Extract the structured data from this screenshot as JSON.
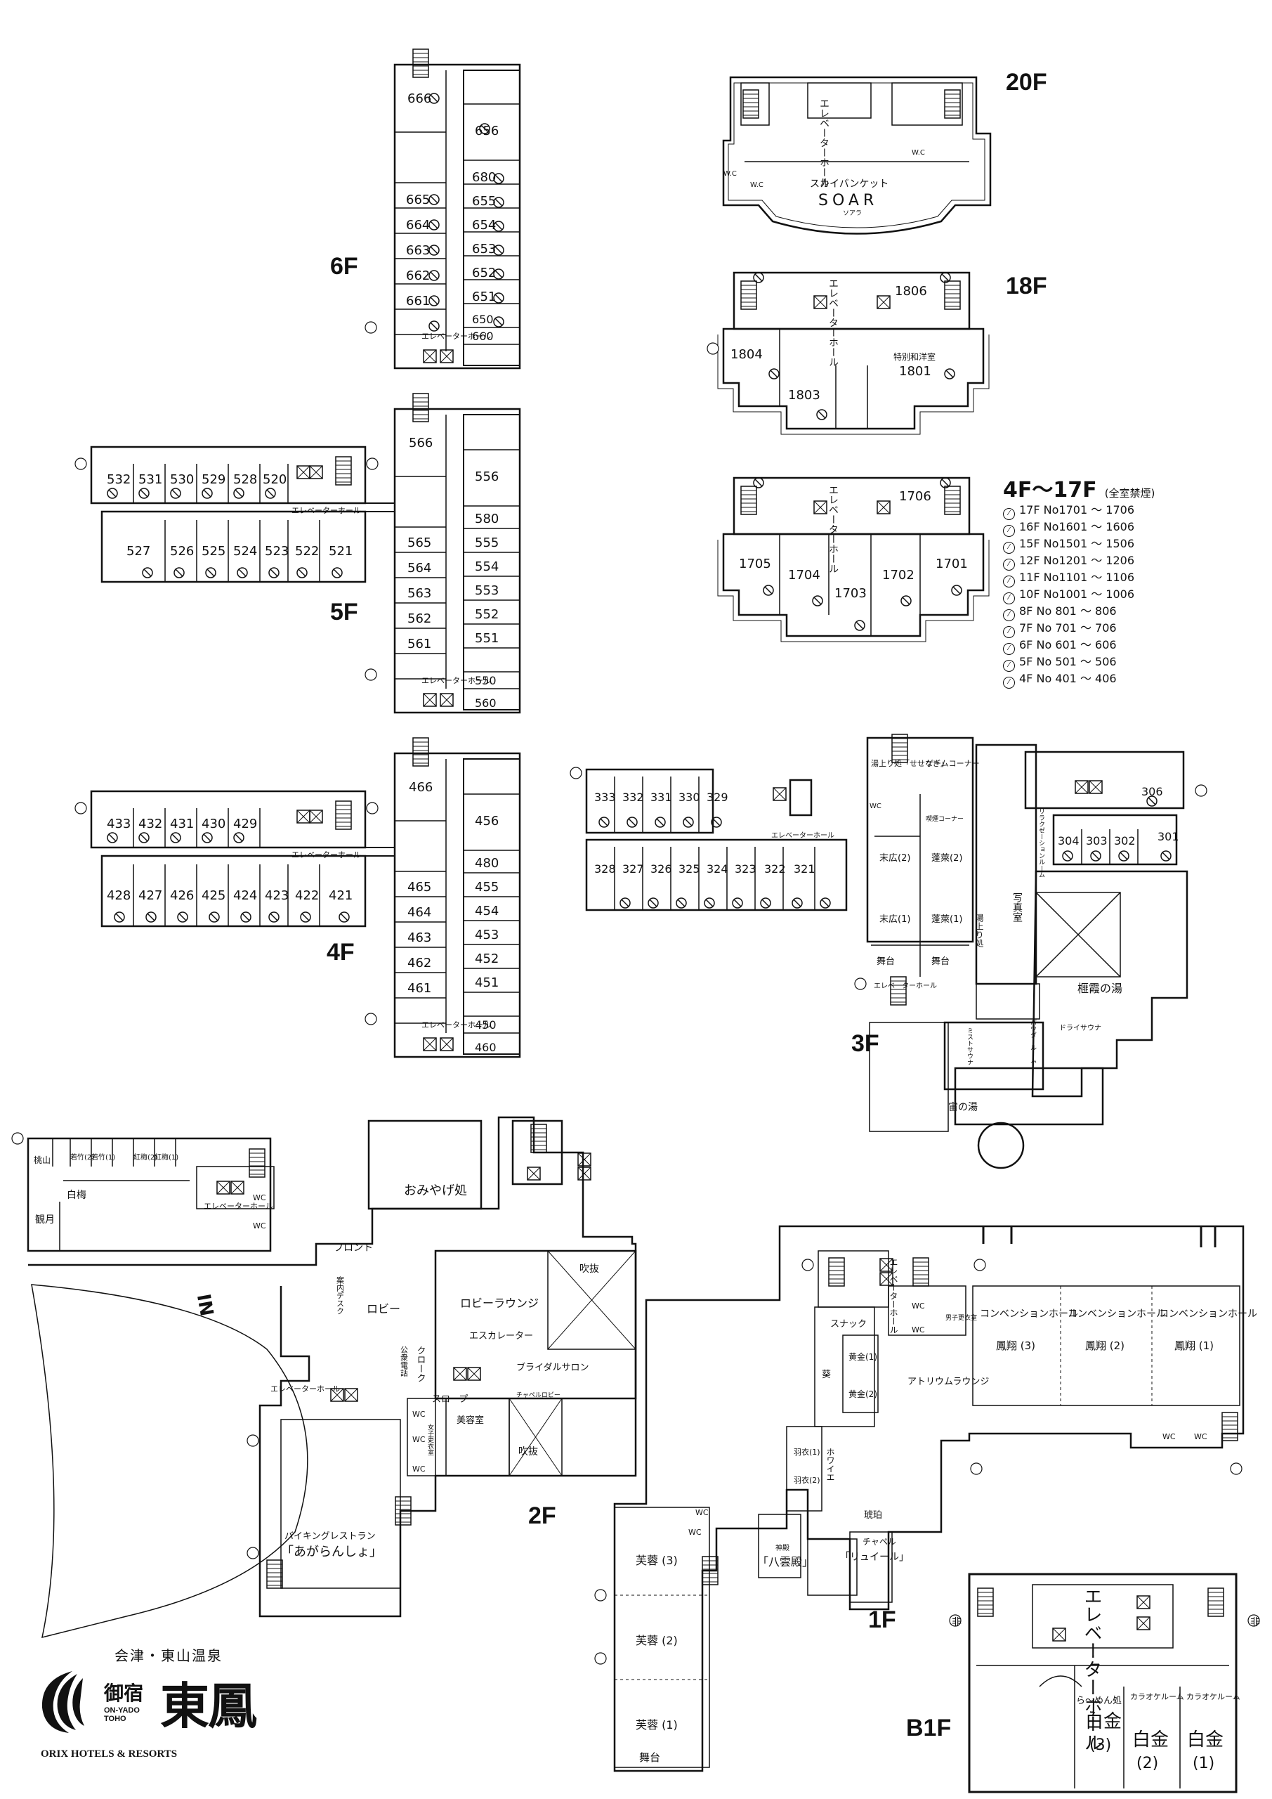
{
  "floors": {
    "f20": {
      "label": "20F",
      "elevator_hall": "エレベーターホール",
      "wc_a": "W.C",
      "wc_b": "W.C",
      "wc_c": "W.C",
      "banquet_name": "スカイバンケット",
      "banquet_roman": "SOAR",
      "banquet_kana": "ソアラ"
    },
    "f18": {
      "label": "18F",
      "elevator_hall": "エレベーターホール",
      "rooms": [
        "1806",
        "1804",
        "1803",
        "1801"
      ],
      "suite_label": "特別和洋室"
    },
    "f4_17": {
      "label": "4F〜17F",
      "note": "(全室禁煙)",
      "elevator_hall": "エレベーターホール",
      "rooms": [
        "1706",
        "1705",
        "1704",
        "1703",
        "1702",
        "1701"
      ]
    },
    "f6": {
      "label": "6F",
      "rooms_left": [
        "666",
        "665",
        "664",
        "663",
        "662",
        "661"
      ],
      "rooms_right": [
        "656",
        "680",
        "655",
        "654",
        "653",
        "652",
        "651",
        "650",
        "660"
      ],
      "elevator_hall": "エレベーターホール"
    },
    "f5": {
      "label": "5F",
      "wing_top": [
        "532",
        "531",
        "530",
        "529",
        "528",
        "520"
      ],
      "wing_bottom": [
        "527",
        "526",
        "525",
        "524",
        "523",
        "522",
        "521"
      ],
      "tower_left": [
        "566",
        "565",
        "564",
        "563",
        "562",
        "561"
      ],
      "tower_right": [
        "556",
        "580",
        "555",
        "554",
        "553",
        "552",
        "551",
        "550",
        "560"
      ],
      "elevator_hall": "エレベーターホール"
    },
    "f4": {
      "label": "4F",
      "wing_top": [
        "433",
        "432",
        "431",
        "430",
        "429"
      ],
      "wing_bottom": [
        "428",
        "427",
        "426",
        "425",
        "424",
        "423",
        "422",
        "421"
      ],
      "tower_left": [
        "466",
        "465",
        "464",
        "463",
        "462",
        "461"
      ],
      "tower_right": [
        "456",
        "480",
        "455",
        "454",
        "453",
        "452",
        "451",
        "450",
        "460"
      ],
      "elevator_hall": "エレベーターホール"
    },
    "f3": {
      "label": "3F",
      "rooms_top": [
        "333",
        "332",
        "331",
        "330",
        "329"
      ],
      "rooms_bottom": [
        "328",
        "327",
        "326",
        "325",
        "324",
        "323",
        "322",
        "321"
      ],
      "rooms_east": [
        "306",
        "304",
        "303",
        "302",
        "301"
      ],
      "rest": "湯上り処「せせなぎ」",
      "game": "ゲームコーナー",
      "smoking": "喫煙コーナー",
      "suehiro2": "末広(2)",
      "suehiro1": "末広(1)",
      "horai2": "蓬萊(2)",
      "horai1": "蓬萊(1)",
      "stage_a": "舞台",
      "stage_b": "舞台",
      "yuagari": "湯上り処",
      "photo": "写真室",
      "recept": "リラクゼーションルーム",
      "bath_a": "榧霞の湯",
      "bath_b": "宙の湯",
      "sauna_a": "ドライサウナ",
      "sauna_b": "ミストサウナ",
      "powder": "パウダールーム",
      "elevator_hall": "エレベーターホール",
      "wc": "WC"
    },
    "f2": {
      "label": "2F",
      "rooms": [
        "桃山",
        "若竹(2)",
        "若竹(1)",
        "紅梅(2)",
        "紅梅(1)",
        "白梅",
        "観月"
      ],
      "elevator_hall": "エレベーターホール",
      "wc": "WC",
      "souvenir": "おみやげ処",
      "front": "フロント",
      "info": "案内デスク",
      "lobby": "ロビー",
      "lounge": "ロビーラウンジ",
      "atrium": "吹抜",
      "escalator": "エスカレーター",
      "bridal": "ブライダルサロン",
      "chapel_corr": "チャペルロビー",
      "phone": "公衆電話",
      "cloak": "クローク",
      "slope": "スロープ",
      "salon": "美容室",
      "changing": "女子更衣室",
      "buffet_name": "バイキングレストラン",
      "buffet_title": "「あがらんしょ」",
      "entrance": "IN"
    },
    "f1": {
      "label": "1F",
      "snack": "スナック",
      "ogon1": "黄金(1)",
      "ogon2": "黄金(2)",
      "aoi": "葵",
      "atrium_lounge": "アトリウムラウンジ",
      "conv3": "コンベンションホール 鳳翔(3)",
      "conv2": "コンベンションホール 鳳翔(2)",
      "conv1": "コンベンションホール 鳳翔(1)",
      "conv_hall": "コンベンションホール",
      "hosho3": "鳳翔 (3)",
      "hosho2": "鳳翔 (2)",
      "hosho1": "鳳翔 (1)",
      "men_change": "男子更衣室",
      "hagoromo1": "羽衣(1)",
      "hagoromo2": "羽衣(2)",
      "foyer": "ホワイエ",
      "kohaku": "琥珀",
      "shrine_label": "神殿",
      "shrine": "「八雲殿」",
      "chapel_label": "チャペル",
      "chapel": "「リュイール」",
      "fuyo3": "芙蓉 (3)",
      "fuyo2": "芙蓉 (2)",
      "fuyo1": "芙蓉 (1)",
      "stage": "舞台",
      "wc": "WC",
      "elevator_hall": "エレベーターホール"
    },
    "b1": {
      "label": "B1F",
      "elevator_hall": "エレベーターホール",
      "ramen": "ら〜めん処",
      "karaoke": "カラオケルーム",
      "shirogane3": "白金",
      "n3": "(3)",
      "shirogane2": "白金",
      "n2": "(2)",
      "shirogane1": "白金",
      "n1": "(1)"
    }
  },
  "legend": {
    "title": "4F〜17F",
    "note": "(全室禁煙)",
    "rows": [
      "17F  No1701 〜 1706",
      "16F  No1601 〜 1606",
      "15F  No1501 〜 1506",
      "12F  No1201 〜 1206",
      "11F  No1101 〜 1106",
      "10F  No1001 〜 1006",
      "8F  No 801 〜 806",
      "7F  No 701 〜 706",
      "6F  No 601 〜 606",
      "5F  No 501 〜 506",
      "4F  No 401 〜 406"
    ],
    "no_smoking_icon": "no-smoking-icon"
  },
  "brand": {
    "tagline": "会津・東山温泉",
    "name_small": "御宿",
    "name_roman": "ON-YADO TOHO",
    "name_big": "東鳳",
    "corp": "ORIX HOTELS & RESORTS"
  },
  "emergency_symbol": "非"
}
